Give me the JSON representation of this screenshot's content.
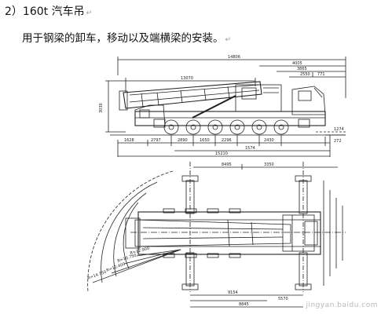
{
  "heading": "2）160t 汽车吊",
  "subheading": "用于钢梁的卸车，移动以及端横梁的安装。",
  "paragraph_mark": "↵",
  "side_view": {
    "overall_length": "14806",
    "top_dims": [
      "4005",
      "3865",
      "2550",
      "771"
    ],
    "boom_length": "13070",
    "height": "3030",
    "axle_dims": [
      "1628",
      "2797",
      "2890",
      "1650",
      "2296",
      "2430"
    ],
    "bottom_dims": [
      "1574",
      "15210"
    ],
    "right_dims": [
      "272",
      "1274"
    ]
  },
  "plan_view": {
    "top_dims": [
      "8495",
      "3350"
    ],
    "bottom_dims": [
      "9154",
      "5570",
      "8845"
    ],
    "radius_labels": [
      "R=14.750",
      "R=12.400",
      "R=10.750",
      "R=12.900"
    ]
  },
  "watermark": "jingyan.baidu.com"
}
